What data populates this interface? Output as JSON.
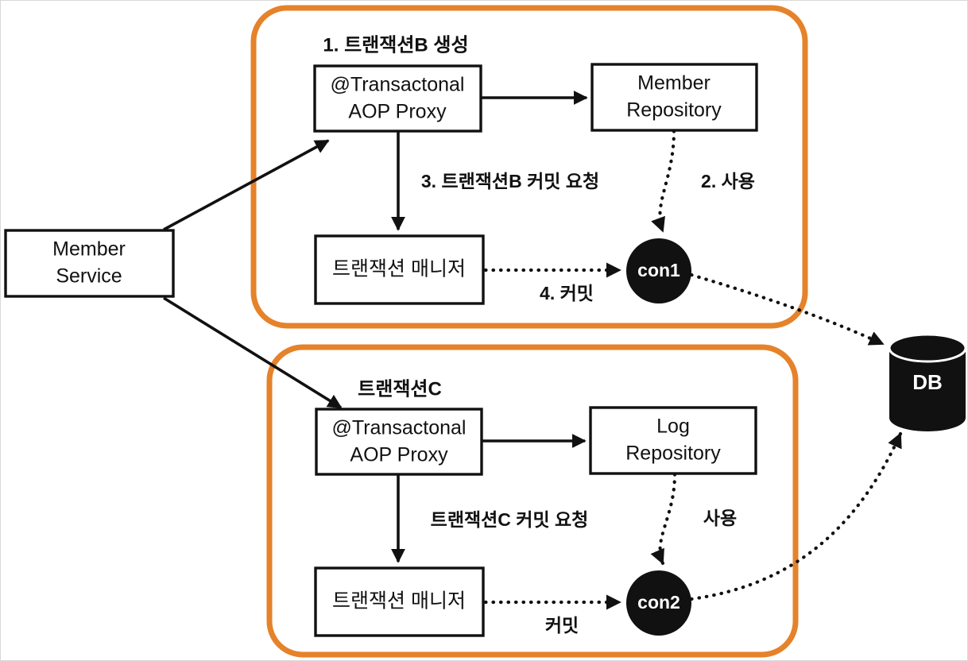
{
  "diagram": {
    "title": "Spring transaction propagation diagram",
    "colors": {
      "group_border": "#E5822A",
      "node_border": "#111111",
      "node_fill": "#FFFFFF",
      "connection_fill": "#111111",
      "connection_text": "#FFFFFF",
      "db_fill": "#111111",
      "canvas": "#FFFFFF"
    },
    "external_nodes": {
      "member_service": {
        "line1": "Member",
        "line2": "Service"
      },
      "database": {
        "label": "DB"
      }
    },
    "groups": [
      {
        "id": "transaction-b",
        "title": "1. 트랜잭션B 생성",
        "nodes": {
          "proxy": {
            "line1": "@Transactonal",
            "line2": "AOP Proxy"
          },
          "repository": {
            "line1": "Member",
            "line2": "Repository"
          },
          "tx_manager": {
            "line1": "트랜잭션 매니저"
          },
          "connection": {
            "label": "con1"
          }
        },
        "edge_labels": {
          "commit_request": "3. 트랜잭션B 커밋 요청",
          "use": "2. 사용",
          "commit": "4. 커밋"
        }
      },
      {
        "id": "transaction-c",
        "title": "트랜잭션C",
        "nodes": {
          "proxy": {
            "line1": "@Transactonal",
            "line2": "AOP Proxy"
          },
          "repository": {
            "line1": "Log",
            "line2": "Repository"
          },
          "tx_manager": {
            "line1": "트랜잭션 매니저"
          },
          "connection": {
            "label": "con2"
          }
        },
        "edge_labels": {
          "commit_request": "트랜잭션C 커밋 요청",
          "use": "사용",
          "commit": "커밋"
        }
      }
    ]
  }
}
